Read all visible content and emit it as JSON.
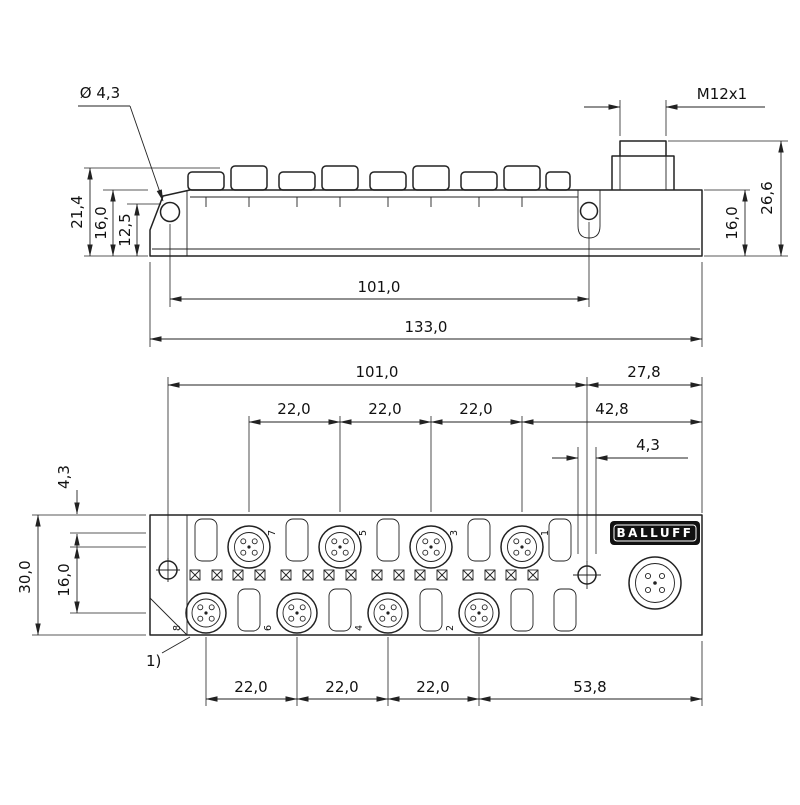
{
  "side_view": {
    "hole_dia": "Ø 4,3",
    "thread": "M12x1",
    "dim_total_height": "21,4",
    "dim_body_height": "16,0",
    "dim_hole_height": "12,5",
    "dim_hole_spacing": "101,0",
    "dim_total_length": "133,0",
    "dim_connector_height": "26,6",
    "dim_right_body_height": "16,0"
  },
  "front_view": {
    "dim_hole_spacing": "101,0",
    "dim_hole_to_edge": "27,8",
    "dim_port_pitch_1": "22,0",
    "dim_port_pitch_2": "22,0",
    "dim_port_pitch_3": "22,0",
    "dim_last_port_to_edge": "42,8",
    "dim_hole_dia": "4,3",
    "dim_top_offset": "4,3",
    "dim_height": "30,0",
    "dim_row_spacing": "16,0",
    "dim_bottom_pitch_1": "22,0",
    "dim_bottom_pitch_2": "22,0",
    "dim_bottom_pitch_3": "22,0",
    "dim_bottom_last_to_edge": "53,8",
    "note_ref": "1)",
    "logo": "BALLUFF",
    "port_numbers_top": [
      "7",
      "5",
      "3",
      "1"
    ],
    "port_numbers_bottom": [
      "8",
      "6",
      "4",
      "2"
    ]
  }
}
